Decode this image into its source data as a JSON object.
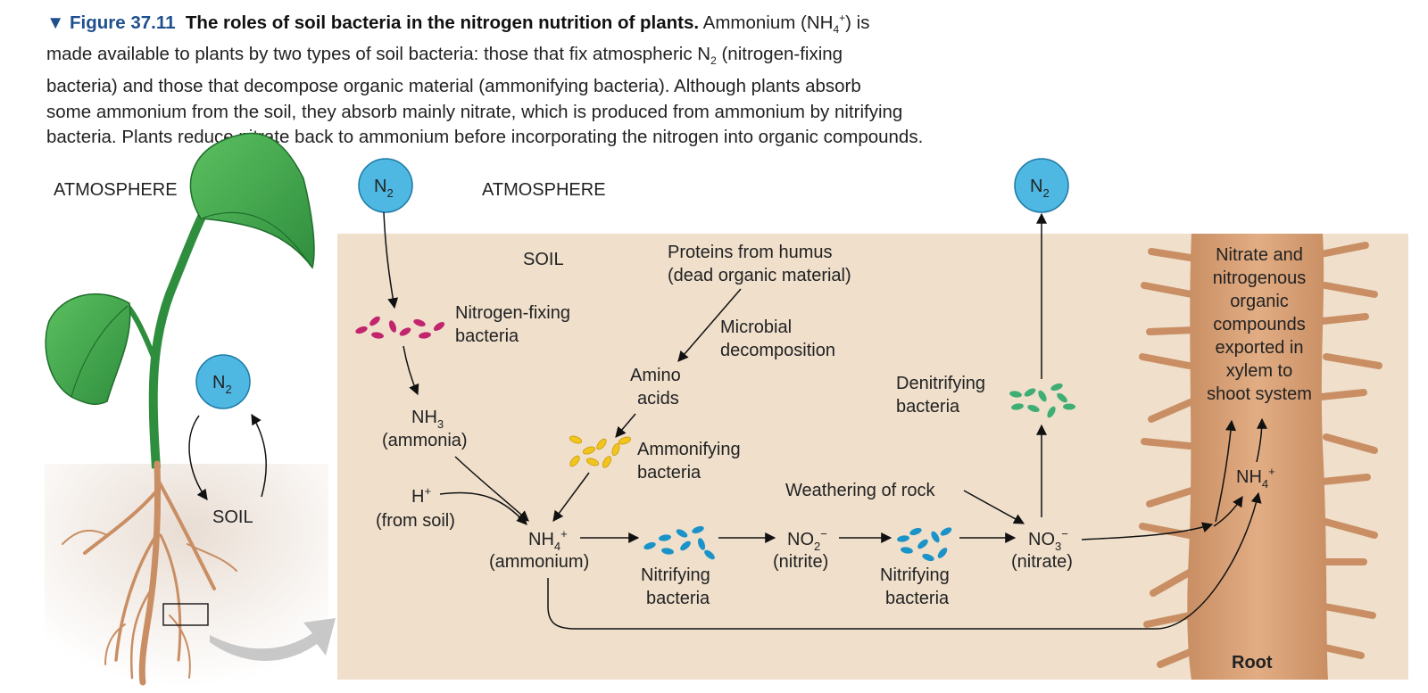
{
  "caption": {
    "figure_label": "▼ Figure 37.11",
    "title": "The roles of soil bacteria in the nitrogen nutrition of plants.",
    "line1_a": "Ammonium (NH",
    "line1_sub": "4",
    "line1_sup": "+",
    "line1_b": ") is",
    "line2_a": "made available to plants by two types of soil bacteria: those that fix atmospheric N",
    "line2_sub": "2",
    "line2_b": " (nitrogen-fixing",
    "line3": "bacteria) and those that decompose organic material (ammonifying bacteria). Although plants absorb",
    "line4": "some ammonium from the soil, they absorb mainly nitrate, which is produced from ammonium by nitrifying",
    "line5": "bacteria. Plants reduce nitrate back to ammonium before incorporating the nitrogen into organic compounds."
  },
  "plant_panel": {
    "atmosphere_label": "ATMOSPHERE",
    "soil_label": "SOIL",
    "n2_base": "N",
    "n2_sub": "2"
  },
  "main_panel": {
    "atmosphere_label": "ATMOSPHERE",
    "soil_label": "SOIL",
    "n2_left_base": "N",
    "n2_left_sub": "2",
    "n2_right_base": "N",
    "n2_right_sub": "2",
    "nitrogen_fixing_line1": "Nitrogen-fixing",
    "nitrogen_fixing_line2": "bacteria",
    "nh3_base": "NH",
    "nh3_sub": "3",
    "nh3_name": "(ammonia)",
    "h_plus_base": "H",
    "h_plus_sup": "+",
    "h_plus_source": "(from soil)",
    "proteins_line1": "Proteins from humus",
    "proteins_line2": "(dead organic material)",
    "microbial_line1": "Microbial",
    "microbial_line2": "decomposition",
    "amino_line1": "Amino",
    "amino_line2": "acids",
    "ammonifying_line1": "Ammonifying",
    "ammonifying_line2": "bacteria",
    "nh4_base": "NH",
    "nh4_sub": "4",
    "nh4_sup": "+",
    "nh4_name": "(ammonium)",
    "nitrifying1_line1": "Nitrifying",
    "nitrifying1_line2": "bacteria",
    "no2_base": "NO",
    "no2_sub": "2",
    "no2_sup": "−",
    "no2_name": "(nitrite)",
    "nitrifying2_line1": "Nitrifying",
    "nitrifying2_line2": "bacteria",
    "weathering": "Weathering of rock",
    "no3_base": "NO",
    "no3_sub": "3",
    "no3_sup": "−",
    "no3_name": "(nitrate)",
    "denitrifying_line1": "Denitrifying",
    "denitrifying_line2": "bacteria",
    "root_nh4_base": "NH",
    "root_nh4_sub": "4",
    "root_nh4_sup": "+",
    "export_lines": [
      "Nitrate and",
      "nitrogenous",
      "organic",
      "compounds",
      "exported in",
      "xylem to",
      "shoot system"
    ],
    "root_label": "Root"
  },
  "colors": {
    "soil_panel": "#efdfcb",
    "n2_circle": "#4fb8e2",
    "leaf": "#3aa64a",
    "root": "#d8a178",
    "nitrogen_fixing_bacteria": "#c2256e",
    "ammonifying_bacteria": "#f2c51c",
    "nitrifying_bacteria": "#1a93c9",
    "denitrifying_bacteria": "#3fae74",
    "caption_figure": "#1f4f8f"
  }
}
